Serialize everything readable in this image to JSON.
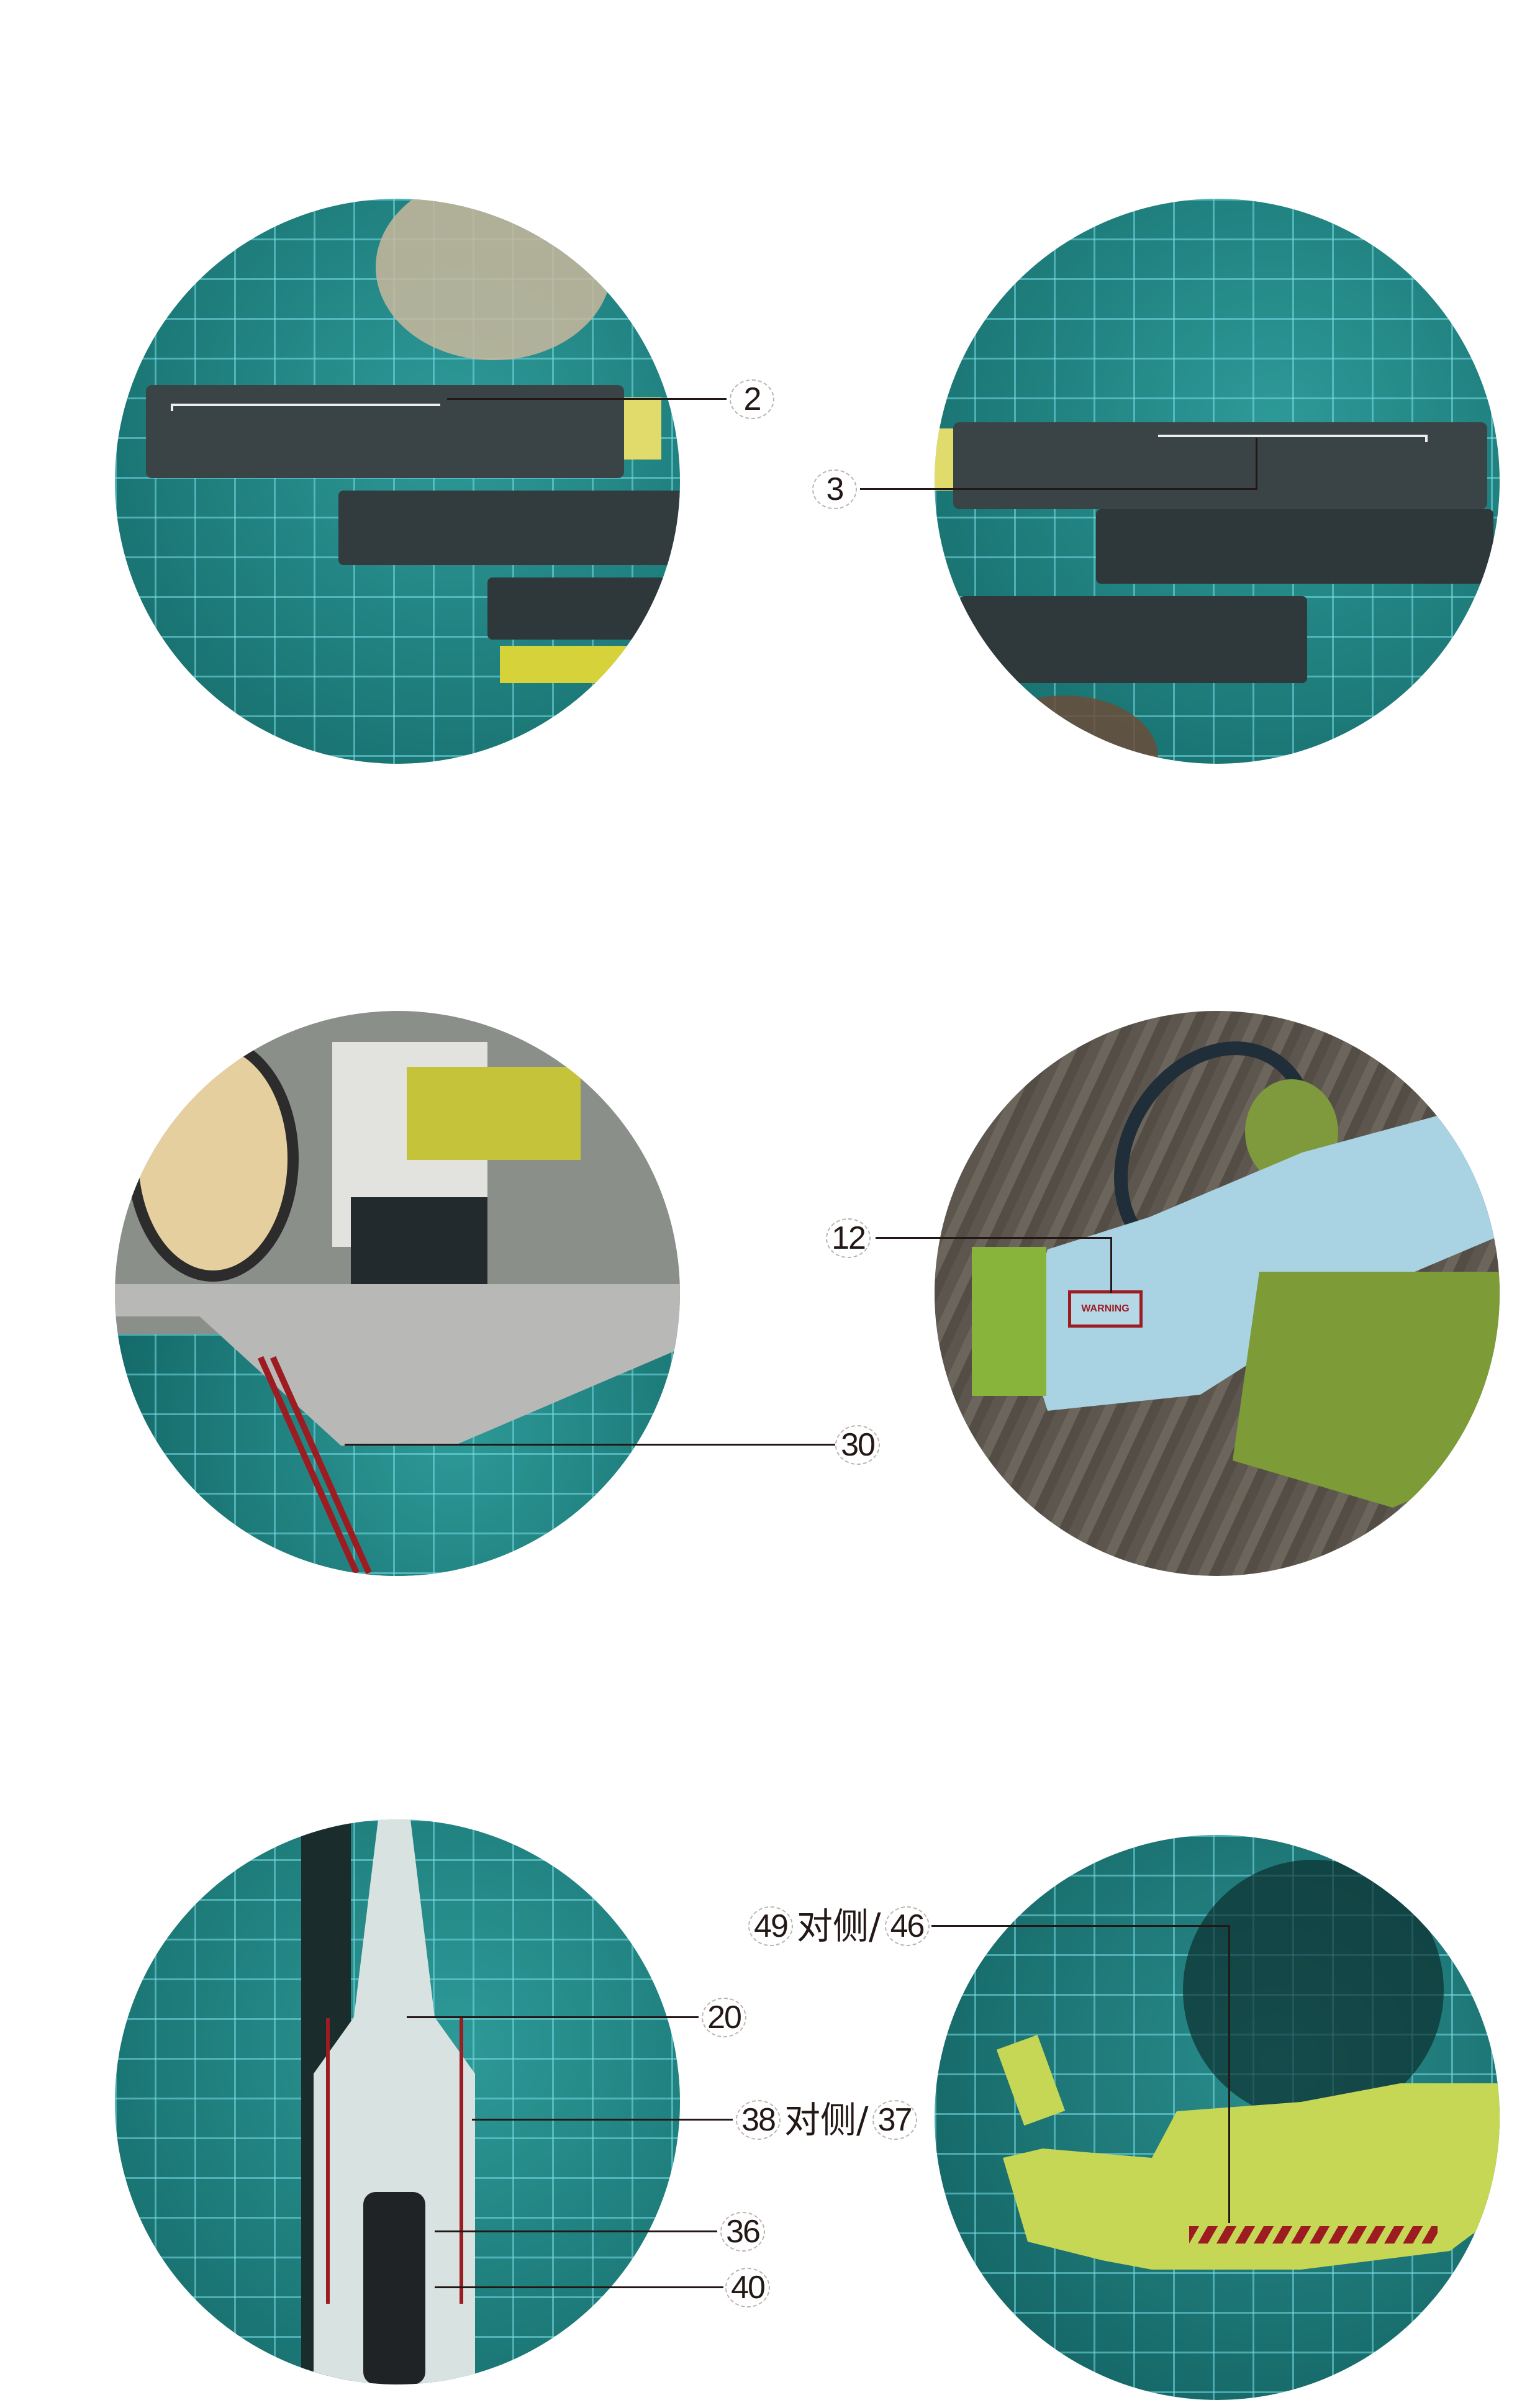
{
  "sheet": {
    "background": "#ffffff",
    "ink_color": "#231815",
    "decal_red": "#9c1c22",
    "panels": [
      {
        "id": "A",
        "subject": "dark grey weapon barrel on teal cutting mat",
        "callouts": [
          {
            "number": "2",
            "suffix": ""
          }
        ]
      },
      {
        "id": "B",
        "subject": "dark grey weapon barrel, opposite side, on teal cutting mat",
        "callouts": [
          {
            "number": "3",
            "suffix": ""
          }
        ]
      },
      {
        "id": "C",
        "subject": "light grey wing/skirt with red stripe decal",
        "callouts": [
          {
            "number": "30",
            "suffix": ""
          }
        ]
      },
      {
        "id": "D",
        "subject": "light blue and green part on wooden surface",
        "callouts": [
          {
            "number": "12",
            "suffix": ""
          }
        ],
        "decal_text": "WARNING"
      },
      {
        "id": "E",
        "subject": "white blade/shield with red trim on teal cutting mat",
        "callouts": [
          {
            "number": "20",
            "suffix": ""
          },
          {
            "number": "38",
            "suffix": "对侧/",
            "number2": "37"
          },
          {
            "number": "36",
            "suffix": ""
          },
          {
            "number": "40",
            "suffix": ""
          }
        ]
      },
      {
        "id": "F",
        "subject": "yellow-green leg part with red hazard stripe decal",
        "callouts": [
          {
            "number": "49",
            "suffix": "对侧/",
            "number2": "46"
          }
        ]
      }
    ]
  }
}
